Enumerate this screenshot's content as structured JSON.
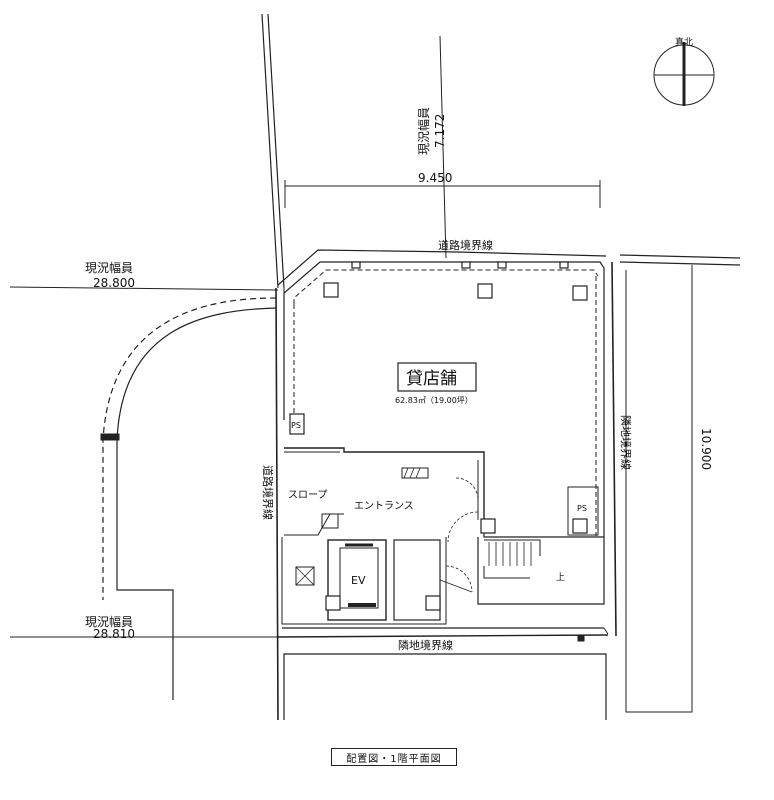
{
  "compass": {
    "label": "真北"
  },
  "road_top": {
    "width_label": "現況幅員",
    "width_value": "7.172",
    "boundary_label": "道路境界線"
  },
  "road_left": {
    "width_label_upper": "現況幅員",
    "width_value_upper": "28.800",
    "width_label_lower": "現況幅員",
    "width_value_lower": "28.810",
    "boundary_label": "道路境界線"
  },
  "dimensions": {
    "frontage": "9.450",
    "depth": "10.900"
  },
  "boundaries": {
    "right": "隣地境界線",
    "bottom": "隣地境界線"
  },
  "rooms": {
    "shop_name": "貸店舗",
    "shop_area": "62.83㎡（19.00坪）",
    "ps_left": "PS",
    "ps_right": "PS",
    "slope": "スロープ",
    "entrance": "エントランス",
    "elevator": "EV",
    "stair_label": "上"
  },
  "caption": "配置図・1階平面図"
}
